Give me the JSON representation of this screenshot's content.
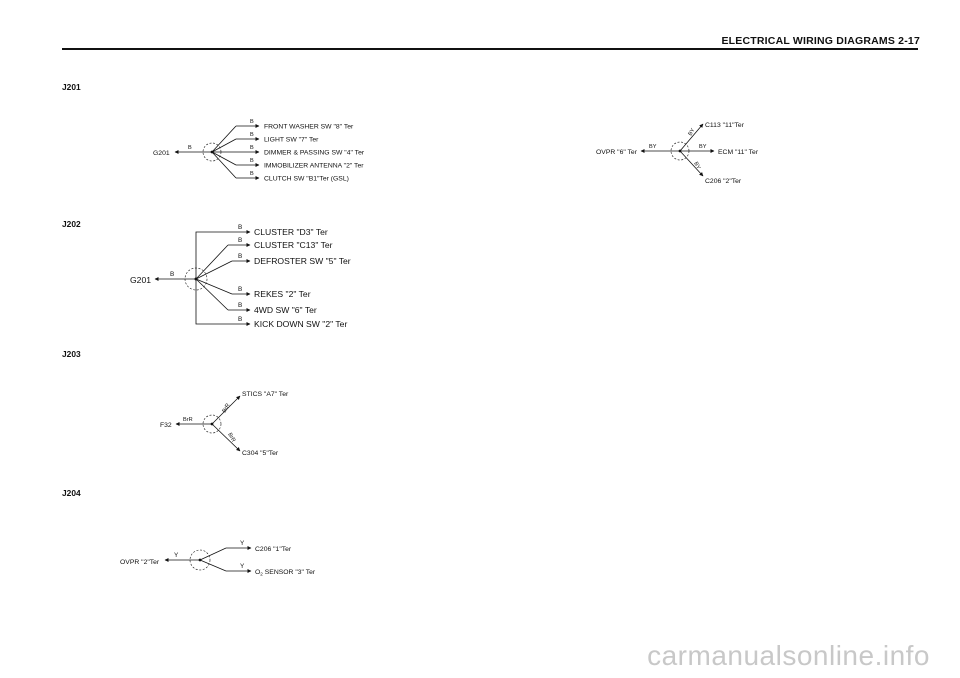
{
  "header": {
    "title": "ELECTRICAL WIRING DIAGRAMS  2-17"
  },
  "watermark": "carmanualsonline.info",
  "sections": {
    "j201": {
      "id": "J201",
      "source": "G201",
      "source_wire": "B",
      "branches": [
        {
          "wire": "B",
          "label": "FRONT WASHER SW \"8\" Ter"
        },
        {
          "wire": "B",
          "label": "LIGHT SW \"7\" Ter"
        },
        {
          "wire": "B",
          "label": "DIMMER & PASSING SW \"4\" Ter"
        },
        {
          "wire": "B",
          "label": "IMMOBILIZER ANTENNA \"2\" Ter"
        },
        {
          "wire": "B",
          "label": "CLUTCH SW \"B1\"Ter (GSL)"
        }
      ]
    },
    "j202": {
      "id": "J202",
      "source": "G201",
      "source_wire": "B",
      "branches": [
        {
          "wire": "B",
          "label": "CLUSTER \"D3\" Ter"
        },
        {
          "wire": "B",
          "label": "CLUSTER \"C13\" Ter"
        },
        {
          "wire": "B",
          "label": "DEFROSTER SW \"5\" Ter"
        },
        {
          "wire": "B",
          "label": "REKES \"2\" Ter"
        },
        {
          "wire": "B",
          "label": "4WD SW \"6\" Ter"
        },
        {
          "wire": "B",
          "label": "KICK DOWN SW \"2\" Ter"
        }
      ]
    },
    "j203": {
      "id": "J203",
      "source": "F32",
      "source_wire": "BrR",
      "branches": [
        {
          "wire": "BrR",
          "label": "STICS \"A7\" Ter"
        },
        {
          "wire": "BrR",
          "label": "C304 \"5\"Ter"
        }
      ]
    },
    "j204": {
      "id": "J204",
      "source": "OVPR \"2\"Ter",
      "source_wire": "Y",
      "branches": [
        {
          "wire": "Y",
          "label": "C206 \"1\"Ter"
        },
        {
          "wire": "Y",
          "label_prefix": "O",
          "label_sub": "2",
          "label_rest": " SENSOR \"3\" Ter"
        }
      ]
    },
    "j_right": {
      "source": "OVPR \"6\" Ter",
      "source_wire": "BY",
      "branches": [
        {
          "wire": "BY",
          "label": "C113 \"11\"Ter"
        },
        {
          "wire": "BY",
          "label": "ECM \"11\" Ter"
        },
        {
          "wire": "BY",
          "label": "C206 \"2\"Ter"
        }
      ]
    }
  }
}
